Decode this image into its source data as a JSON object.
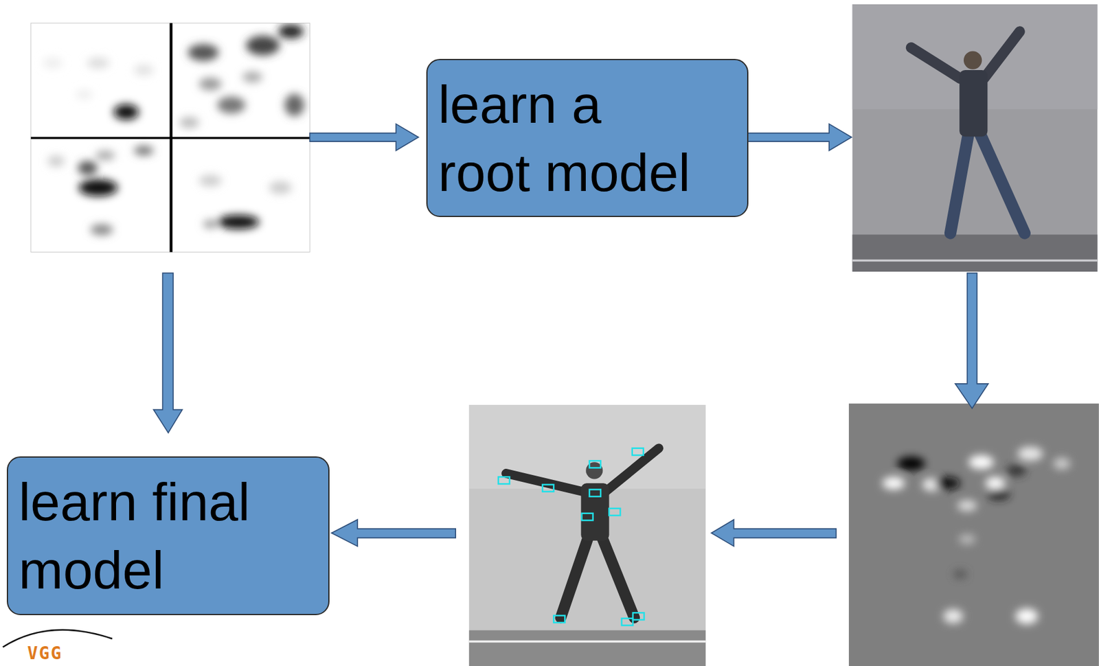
{
  "diagram": {
    "nodes": [
      {
        "text": [
          "learn a root model"
        ]
      },
      {
        "text": [
          "learn final model"
        ]
      }
    ],
    "labels": [
      "VGG"
    ]
  }
}
